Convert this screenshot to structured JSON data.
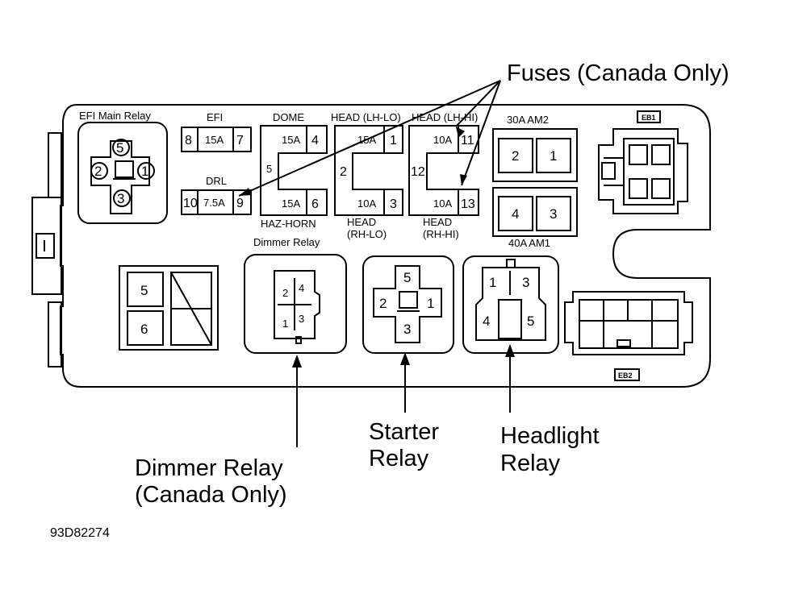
{
  "callouts": {
    "fuses": "Fuses (Canada Only)",
    "dimmer_line1": "Dimmer Relay",
    "dimmer_line2": "(Canada Only)",
    "starter_line1": "Starter",
    "starter_line2": "Relay",
    "headlight_line1": "Headlight",
    "headlight_line2": "Relay"
  },
  "figure_code": "93D82274",
  "labels": {
    "efi_main_relay": "EFI Main Relay",
    "efi": "EFI",
    "dome": "DOME",
    "head_lh_lo": "HEAD (LH-LO)",
    "head_lh_hi": "HEAD (LH-HI)",
    "drl": "DRL",
    "haz_horn": "HAZ-HORN",
    "head_rh_lo_1": "HEAD",
    "head_rh_lo_2": "(RH-LO)",
    "head_rh_hi_1": "HEAD",
    "head_rh_hi_2": "(RH-HI)",
    "am2": "30A  AM2",
    "am1": "40A  AM1",
    "dimmer_relay": "Dimmer  Relay",
    "eb1": "EB1",
    "eb2": "EB2"
  },
  "fuses": {
    "efi": {
      "num": "8",
      "rating": "15A",
      "pin": "7"
    },
    "drl": {
      "num": "10",
      "rating": "7.5A",
      "pin": "9"
    },
    "dome": {
      "rating": "15A",
      "pin": "4"
    },
    "haz": {
      "rating": "15A",
      "pin": "6"
    },
    "dome_side": "5",
    "lhlo_top": {
      "rating": "15A",
      "pin": "1"
    },
    "lhlo_side": "2",
    "rhlo": {
      "rating": "10A",
      "pin": "3"
    },
    "lhhi_top": {
      "rating": "10A",
      "pin": "11"
    },
    "lhhi_side": "12",
    "rhhi": {
      "rating": "10A",
      "pin": "13"
    }
  },
  "terminals": {
    "efi_main": [
      "5",
      "2",
      "1",
      "3"
    ],
    "am2": [
      "2",
      "1"
    ],
    "am1": [
      "4",
      "3"
    ],
    "block56": [
      "5",
      "6"
    ],
    "dimmer": [
      "4",
      "2",
      "3",
      "1"
    ],
    "starter": [
      "5",
      "2",
      "1",
      "3"
    ],
    "headlight": [
      "1",
      "3",
      "4",
      "5"
    ]
  }
}
